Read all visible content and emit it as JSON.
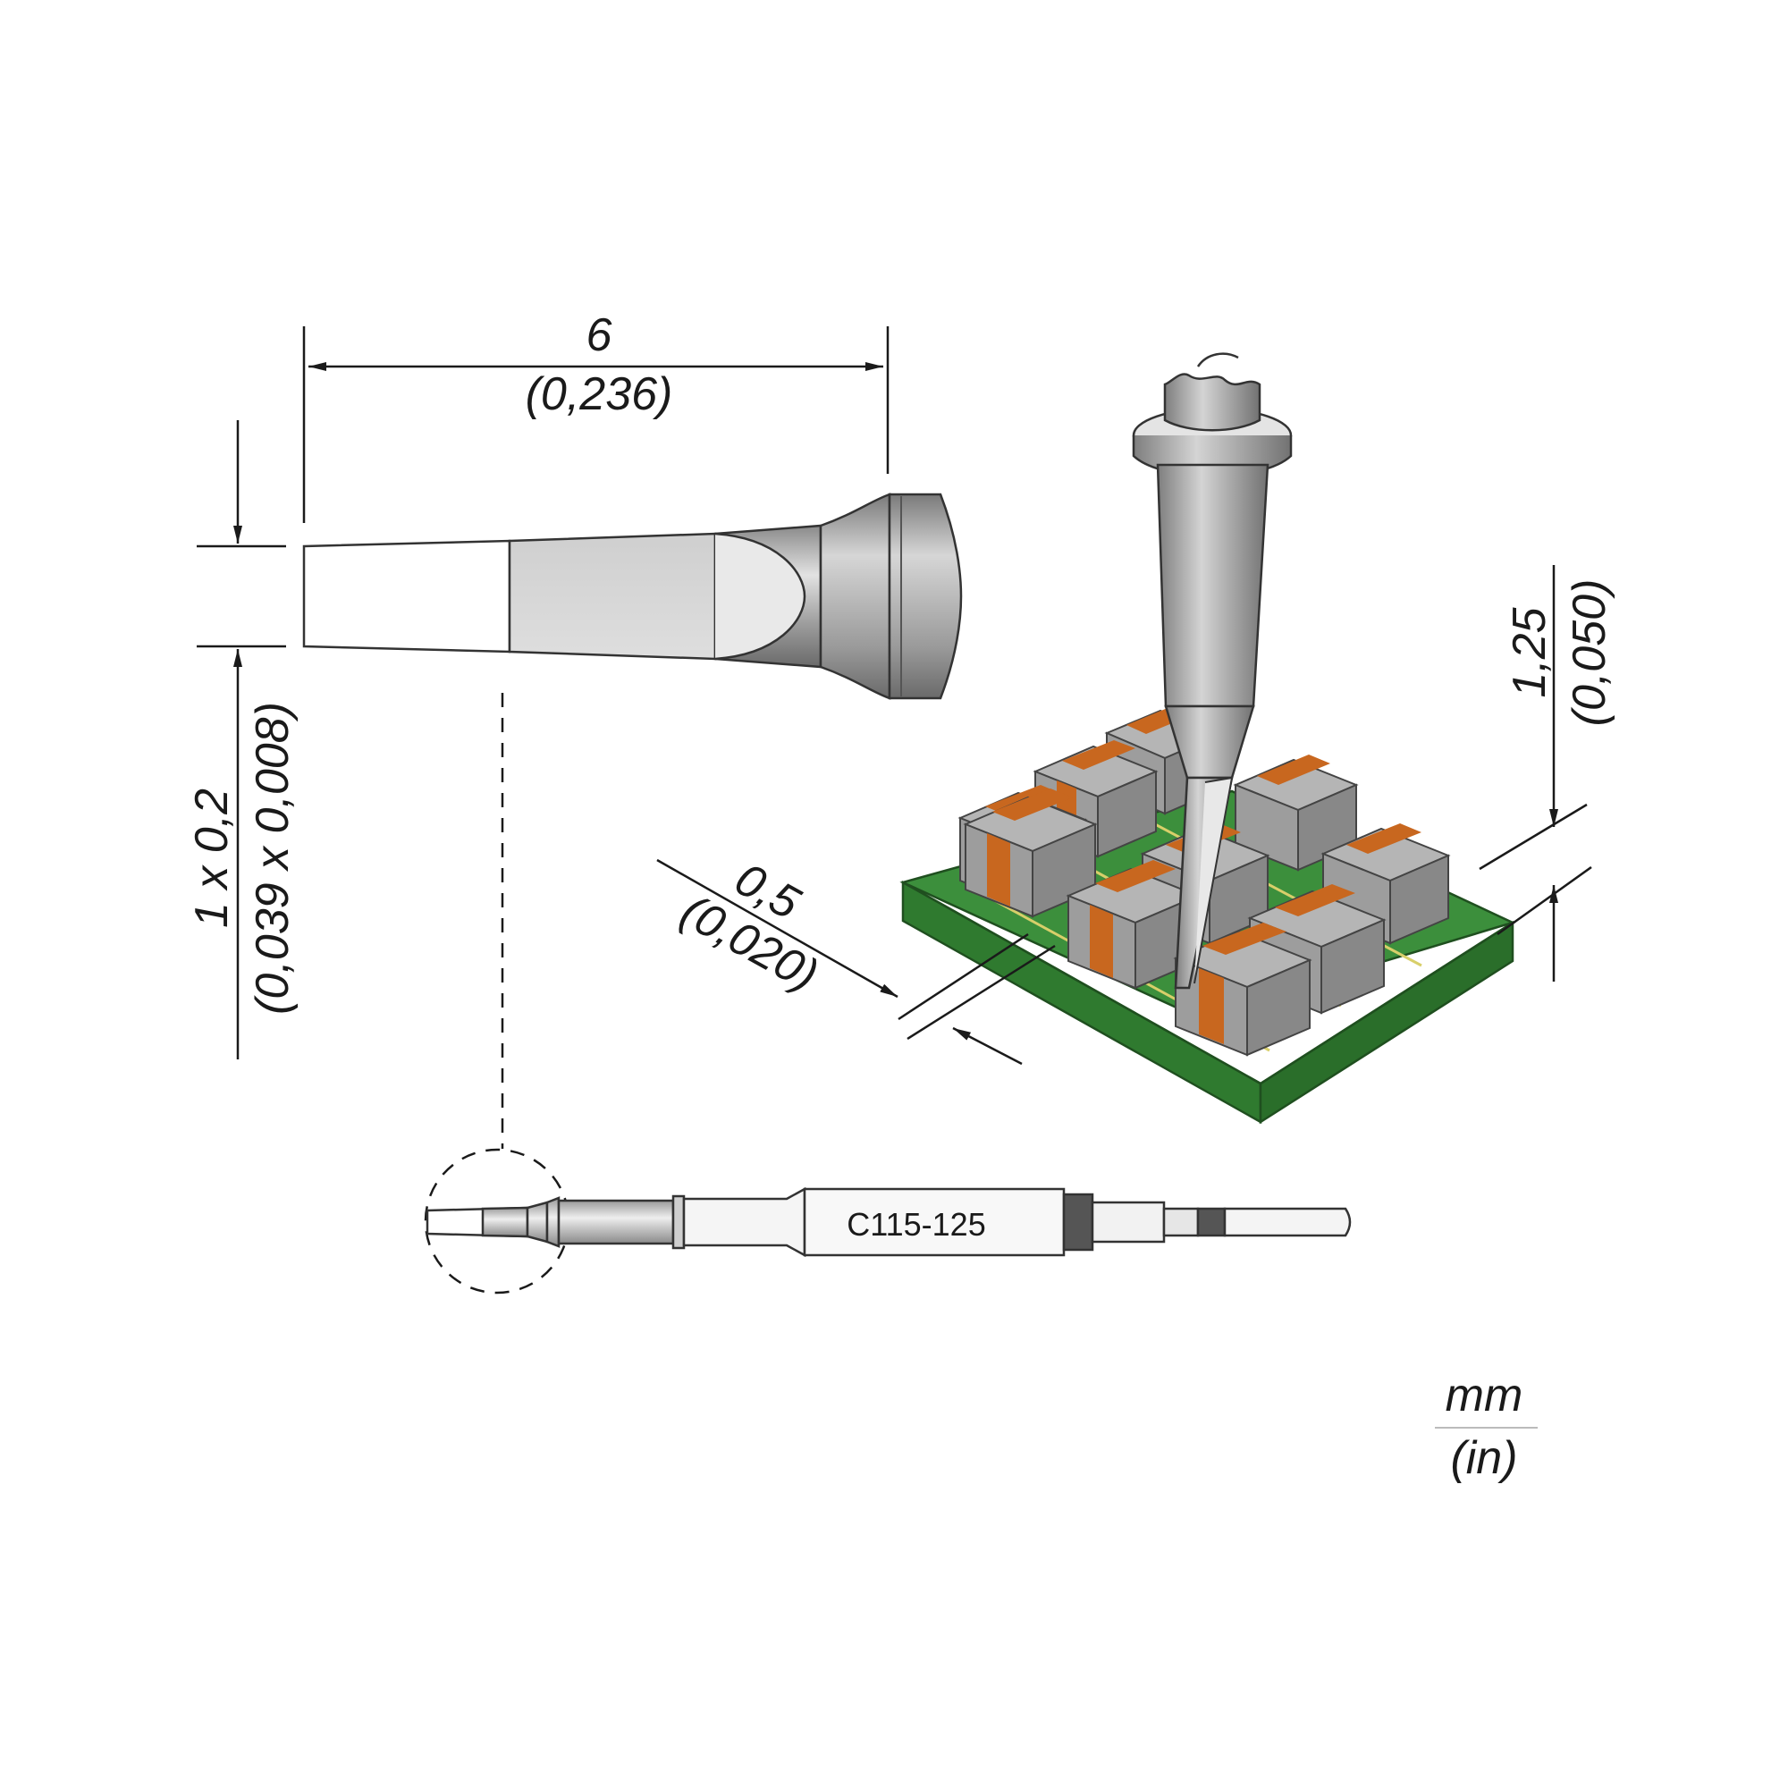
{
  "dimensions": {
    "length": {
      "mm": "6",
      "in": "(0,236)"
    },
    "tip_size": {
      "mm": "1 x 0,2",
      "in": "(0,039 x 0,008)"
    },
    "pitch": {
      "mm": "0,5",
      "in": "(0,020)"
    },
    "height": {
      "mm": "1,25",
      "in": "(0,050)"
    }
  },
  "part_number": "C115-125",
  "units": {
    "primary": "mm",
    "secondary": "(in)"
  },
  "colors": {
    "metal_light": "#e6e6e6",
    "metal_mid": "#a8a8a8",
    "metal_dark": "#6e6e6e",
    "component_grey": "#a9a9a9",
    "component_orange": "#c8671f",
    "pcb_green": "#3c8f3c",
    "pcb_dark": "#2a6e2a"
  }
}
